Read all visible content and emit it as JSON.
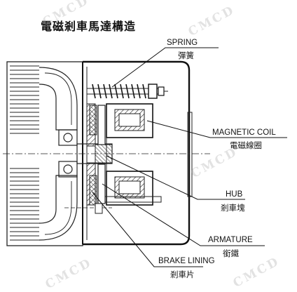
{
  "title": "電磁剎車馬達構造",
  "watermark": "CMCD",
  "labels": {
    "spring": {
      "en": "SPRING",
      "zh": "彈簧"
    },
    "coil": {
      "en": "MAGNETIC COIL",
      "zh": "電磁線圈"
    },
    "hub": {
      "en": "HUB",
      "zh": "剎車塊"
    },
    "armature": {
      "en": "ARMATURE",
      "zh": "銜鐵"
    },
    "lining": {
      "en": "BRAKE LINING",
      "zh": "剎車片"
    }
  }
}
